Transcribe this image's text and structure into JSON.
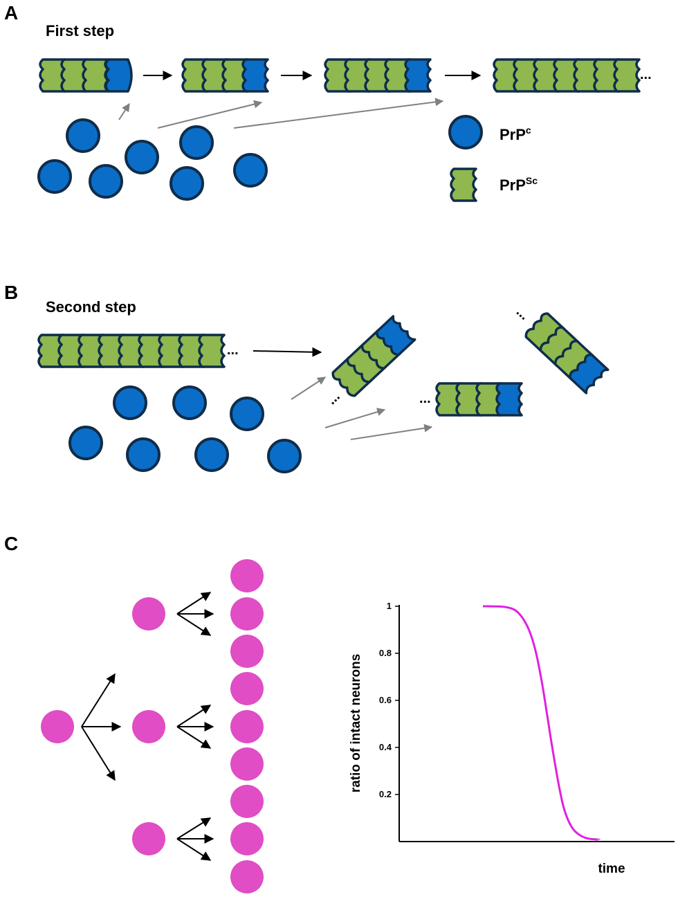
{
  "panels": {
    "a": {
      "label": "A",
      "title": "First step"
    },
    "b": {
      "label": "B",
      "title": "Second step"
    },
    "c": {
      "label": "C"
    }
  },
  "legend": {
    "prpc": {
      "base": "PrP",
      "sup": "c"
    },
    "prpsc": {
      "base": "PrP",
      "sup": "Sc"
    }
  },
  "ellipsis": "...",
  "colors": {
    "green": "#8fb84f",
    "blue": "#0a6ec8",
    "outline": "#0f2d4a",
    "magenta": "#e04dc4",
    "curve": "#e020e0",
    "gray_arrow": "#808080"
  },
  "chart_data": {
    "type": "line",
    "title": "",
    "xlabel": "time",
    "ylabel": "ratio of intact neurons",
    "ylim": [
      0,
      1
    ],
    "yticks": [
      "0.2",
      "0.4",
      "0.6",
      "0.8",
      "1"
    ],
    "series": [
      {
        "x": [
          0.0,
          0.08,
          0.16,
          0.22,
          0.28,
          0.33,
          0.38,
          0.42,
          0.46,
          0.5,
          0.54,
          0.58,
          0.62,
          0.66,
          0.7,
          0.76,
          0.82,
          0.88,
          0.94,
          1.0
        ],
        "values": [
          1.0,
          1.0,
          0.999,
          0.995,
          0.985,
          0.96,
          0.92,
          0.87,
          0.8,
          0.7,
          0.58,
          0.45,
          0.33,
          0.22,
          0.13,
          0.06,
          0.03,
          0.015,
          0.01,
          0.008
        ]
      }
    ]
  }
}
